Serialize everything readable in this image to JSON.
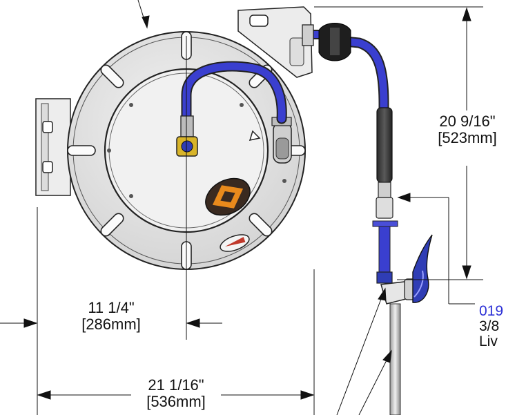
{
  "dimensions": {
    "height": {
      "imperial": "20 9/16\"",
      "metric": "[523mm]"
    },
    "center_offset": {
      "imperial": "11 1/4\"",
      "metric": "[286mm]"
    },
    "width": {
      "imperial": "21 1/16\"",
      "metric": "[536mm]"
    }
  },
  "callout": {
    "part_number": "019",
    "line2": "3/8",
    "line3": "Liv"
  },
  "colors": {
    "hose": "#3a3fcf",
    "part_link": "#2b2fd6",
    "reel_face": "#e4e4e4",
    "outline": "#222222",
    "accent": "#e98a1c"
  }
}
